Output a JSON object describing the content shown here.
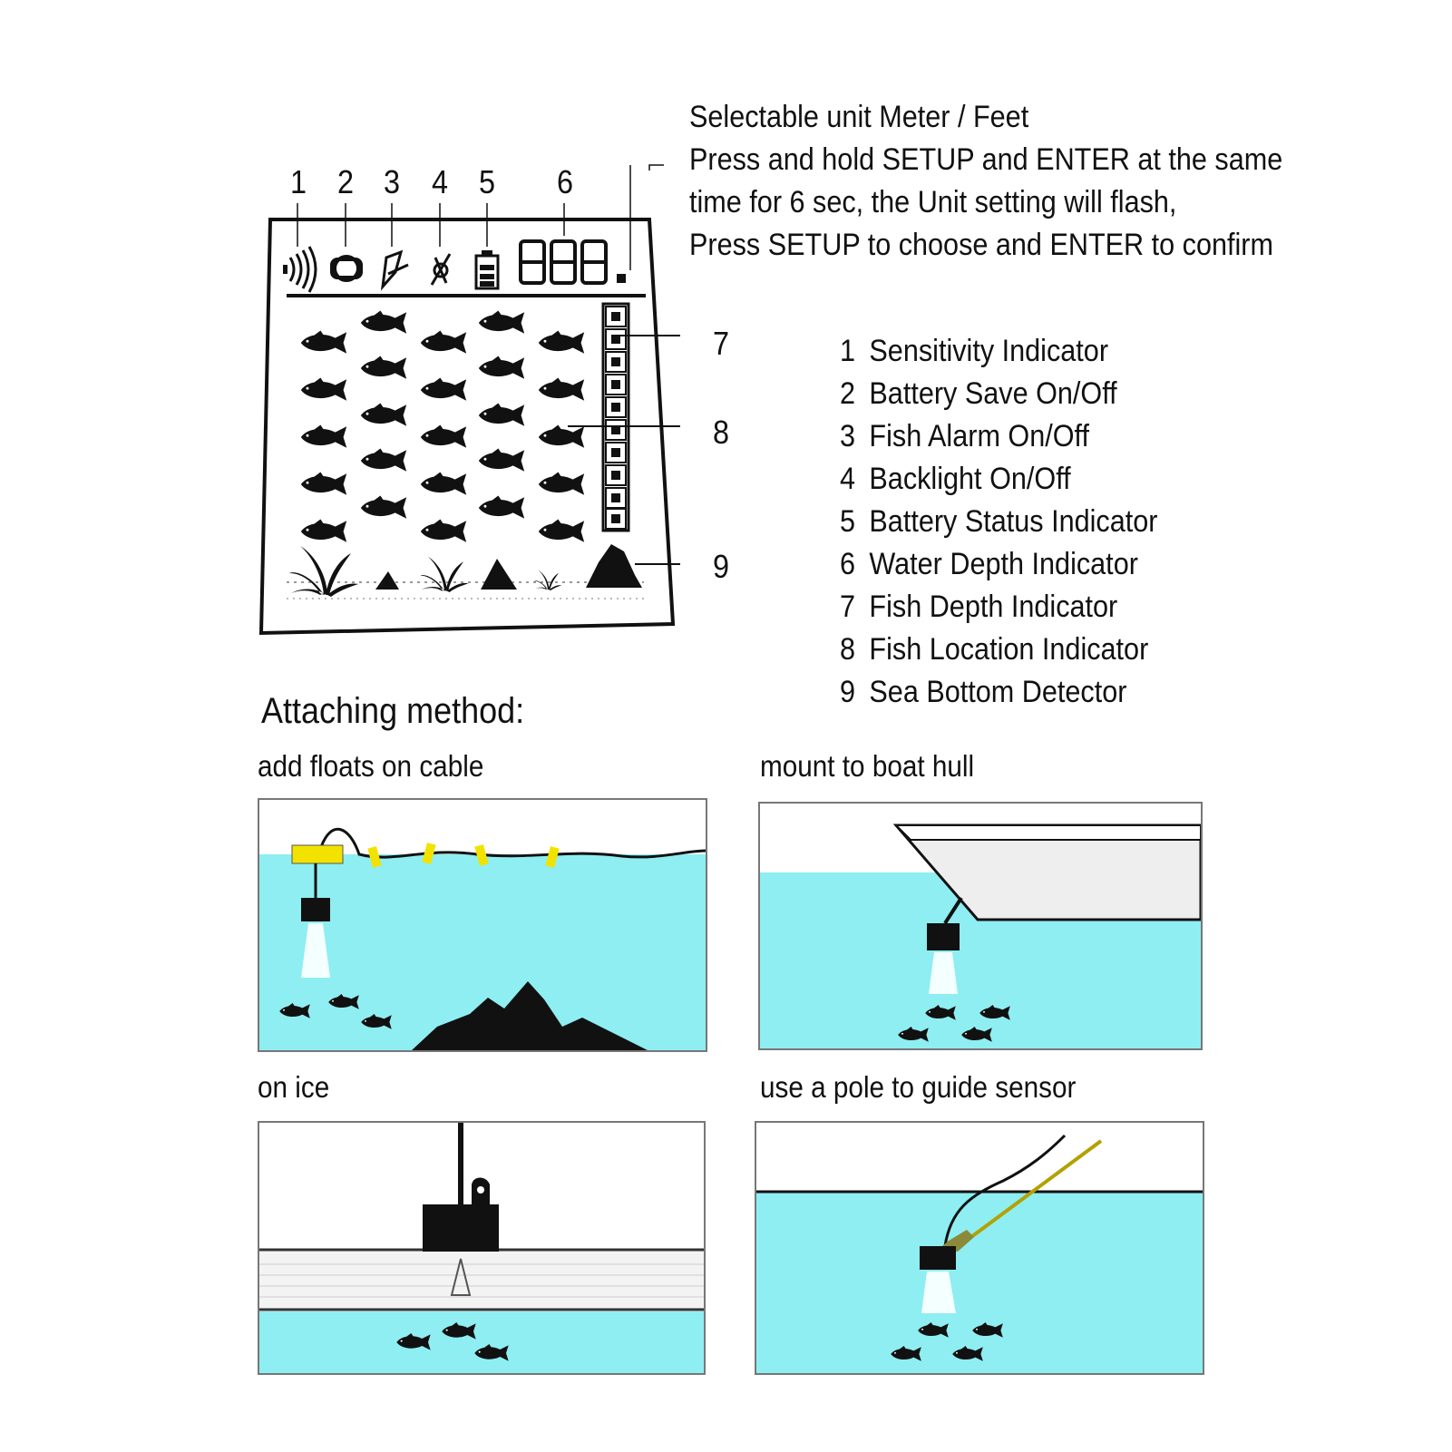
{
  "colors": {
    "water": "#8eeef2",
    "ice": "#f3f3f3",
    "float": "#f2e200",
    "ink": "#111111",
    "beam": "#f4ffff"
  },
  "display": {
    "icon_numbers": [
      "1",
      "2",
      "3",
      "4",
      "5",
      "6"
    ],
    "segment_digits": "888"
  },
  "setup_text": [
    "Selectable unit Meter / Feet",
    "Press and hold SETUP and ENTER at the same",
    "time for 6 sec, the Unit setting will flash,",
    "Press SETUP to choose and ENTER to confirm"
  ],
  "callouts": [
    "7",
    "8",
    "9"
  ],
  "legend": [
    {
      "num": "1",
      "label": "Sensitivity Indicator"
    },
    {
      "num": "2",
      "label": "Battery Save On/Off"
    },
    {
      "num": "3",
      "label": "Fish Alarm On/Off"
    },
    {
      "num": "4",
      "label": "Backlight On/Off"
    },
    {
      "num": "5",
      "label": "Battery Status Indicator"
    },
    {
      "num": "6",
      "label": "Water Depth Indicator"
    },
    {
      "num": "7",
      "label": "Fish Depth Indicator"
    },
    {
      "num": "8",
      "label": "Fish Location Indicator"
    },
    {
      "num": "9",
      "label": "Sea Bottom Detector"
    }
  ],
  "attaching": {
    "heading": "Attaching method:",
    "panels": [
      {
        "title": "add floats on cable"
      },
      {
        "title": "mount to boat hull"
      },
      {
        "title": "on ice"
      },
      {
        "title": "use a pole to guide sensor"
      }
    ]
  }
}
